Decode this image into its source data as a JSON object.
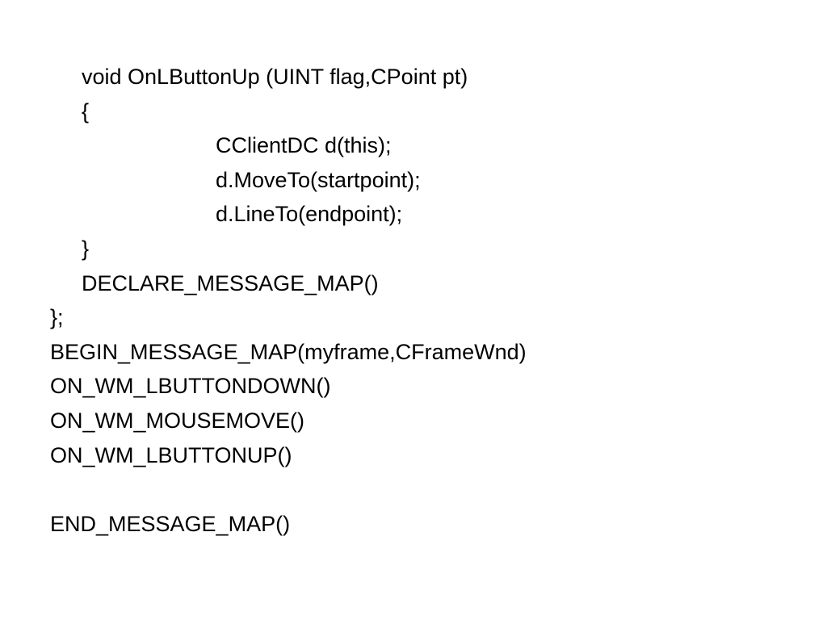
{
  "slide": {
    "lines": [
      {
        "text": "void OnLButtonUp (UINT flag,CPoint pt)",
        "indent": 1
      },
      {
        "text": "{",
        "indent": 1
      },
      {
        "text": "CClientDC d(this);",
        "indent": 2
      },
      {
        "text": "d.MoveTo(startpoint);",
        "indent": 2
      },
      {
        "text": "d.LineTo(endpoint);",
        "indent": 2
      },
      {
        "text": "}",
        "indent": 1
      },
      {
        "text": "DECLARE_MESSAGE_MAP()",
        "indent": 1
      },
      {
        "text": "};",
        "indent": 0
      },
      {
        "text": "BEGIN_MESSAGE_MAP(myframe,CFrameWnd)",
        "indent": 0
      },
      {
        "text": "ON_WM_LBUTTONDOWN()",
        "indent": 0
      },
      {
        "text": "ON_WM_MOUSEMOVE()",
        "indent": 0
      },
      {
        "text": "ON_WM_LBUTTONUP()",
        "indent": 0
      },
      {
        "text": "",
        "indent": 0
      },
      {
        "text": "END_MESSAGE_MAP()",
        "indent": 0
      }
    ]
  }
}
